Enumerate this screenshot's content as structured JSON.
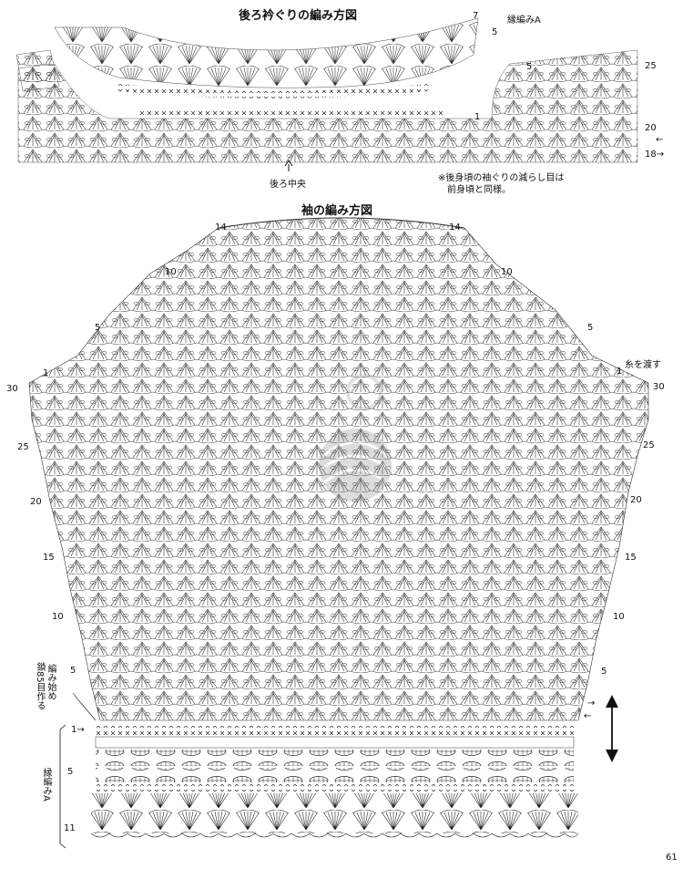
{
  "top_chart": {
    "title": "後ろ衿ぐりの編み方図",
    "border_label": "縁編みA",
    "center_label": "後ろ中央",
    "note_line1": "※後身頃の袖ぐりの減らし目は",
    "note_line2": "前身頃と同様。",
    "border_rows": [
      "7",
      "5",
      "5",
      "1"
    ],
    "side_rows": [
      "25",
      "20",
      "18→"
    ],
    "arrow_left": "←"
  },
  "sleeve_chart": {
    "title": "袖の編み方図",
    "cap_rows": [
      "14",
      "14",
      "10",
      "10"
    ],
    "left_rows": [
      "5",
      "1",
      "30",
      "25",
      "20",
      "15",
      "10",
      "5"
    ],
    "right_rows": [
      "5",
      "1",
      "30",
      "25",
      "20",
      "15",
      "10",
      "5"
    ],
    "yarn_note": "糸を渡す",
    "start_note": [
      "編み始め",
      "鎖85目作る"
    ],
    "cuff_label": "縁編みA",
    "cuff_rows": [
      "1→",
      "5",
      "11"
    ],
    "arrows": [
      "→",
      "←"
    ]
  },
  "page_number": "61"
}
